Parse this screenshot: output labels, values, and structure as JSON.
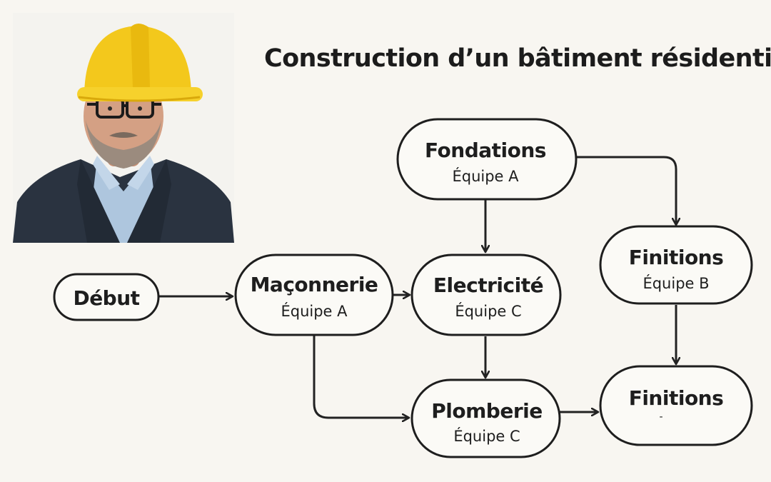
{
  "title": "Construction d’un bâtiment résidentiel",
  "photo": {
    "subject": "engineer-portrait",
    "helmet_color": "#f3c81c",
    "jacket_color": "#2a3340",
    "shirt_color": "#aec6de"
  },
  "nodes": {
    "debut": {
      "title": "Début",
      "team": ""
    },
    "maconnerie": {
      "title": "Maçonnerie",
      "team": "Équipe A"
    },
    "fondations": {
      "title": "Fondations",
      "team": "Équipe A"
    },
    "electricite": {
      "title": "Electricité",
      "team": "Équipe C"
    },
    "plomberie": {
      "title": "Plomberie",
      "team": "Équipe C"
    },
    "finitions_b": {
      "title": "Finitions",
      "team": "Équipe B"
    },
    "finitions_end": {
      "title": "Finitions",
      "team": "-"
    }
  },
  "edges": [
    {
      "from": "debut",
      "to": "maconnerie"
    },
    {
      "from": "maconnerie",
      "to": "electricite"
    },
    {
      "from": "maconnerie",
      "to": "plomberie"
    },
    {
      "from": "fondations",
      "to": "electricite"
    },
    {
      "from": "fondations",
      "to": "finitions_b"
    },
    {
      "from": "electricite",
      "to": "plomberie"
    },
    {
      "from": "plomberie",
      "to": "finitions_end"
    },
    {
      "from": "finitions_b",
      "to": "finitions_end"
    }
  ],
  "colors": {
    "background": "#f8f6f1",
    "stroke": "#1e1e1e"
  }
}
